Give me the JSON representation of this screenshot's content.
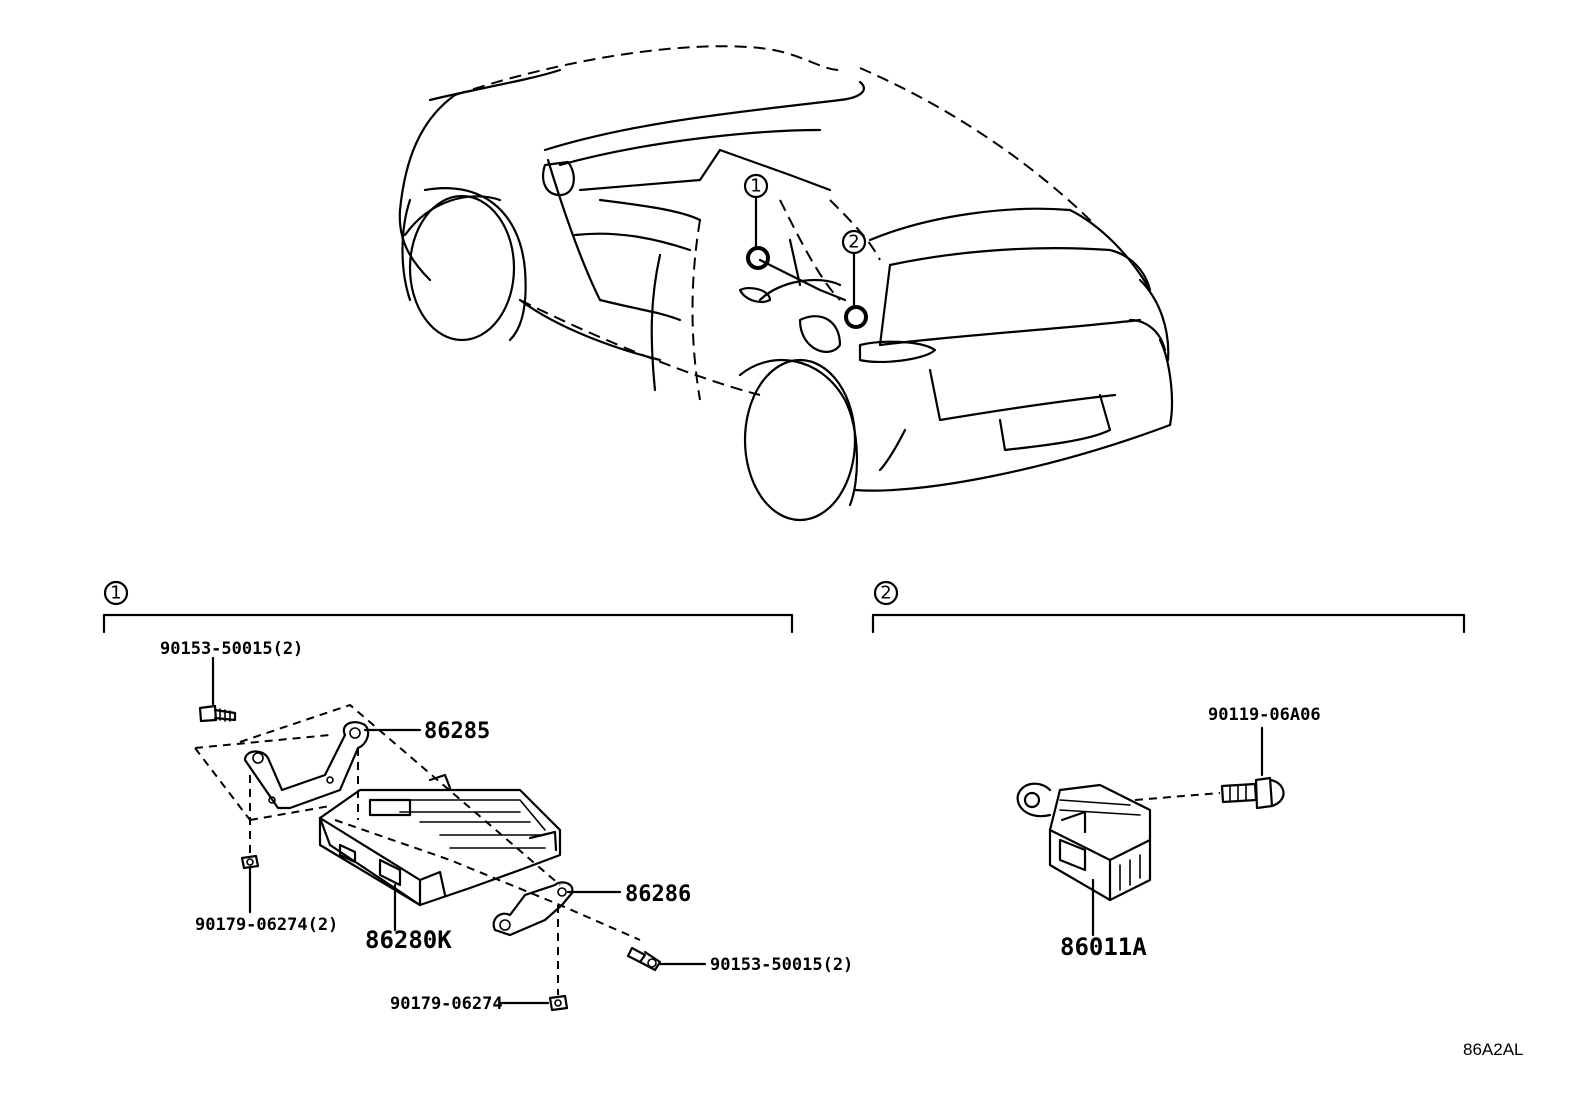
{
  "sections": [
    {
      "callout": "1"
    },
    {
      "callout": "2"
    }
  ],
  "car_callouts": [
    "1",
    "2"
  ],
  "parts": {
    "bolt_upper": "90153-50015(2)",
    "bracket_upper": "86285",
    "nut_left": "90179-06274(2)",
    "module": "86280K",
    "bracket_lower": "86286",
    "bolt_lower": "90153-50015(2)",
    "nut_lower": "90179-06274",
    "bolt_right": "90119-06A06",
    "antenna": "86011A"
  },
  "diagram_code": "86A2AL"
}
